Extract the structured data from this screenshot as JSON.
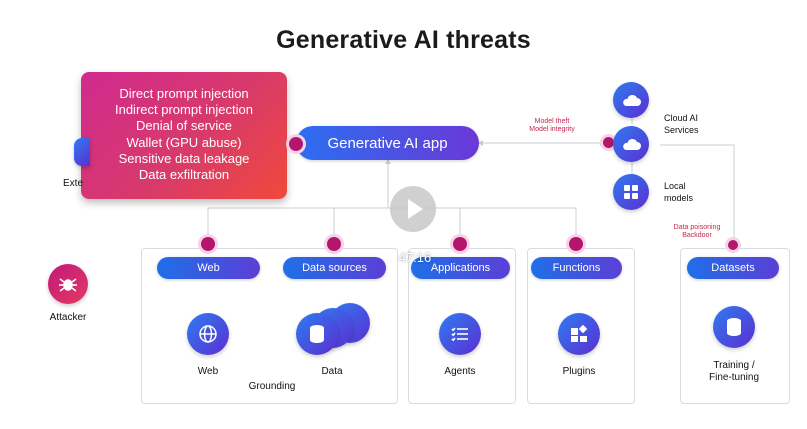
{
  "title": "Generative AI threats",
  "app": {
    "label": "Generative AI app"
  },
  "threats": [
    "Direct prompt injection",
    "Indirect prompt injection",
    "Denial of service",
    "Wallet (GPU abuse)",
    "Sensitive data leakage",
    "Data exfiltration"
  ],
  "partial_label": "Exte",
  "attacker": {
    "label": "Attacker"
  },
  "model_threats": {
    "line1": "Model theft",
    "line2": "Model integrity"
  },
  "data_threats": {
    "line1": "Data poisoning",
    "line2": "Backdoor"
  },
  "models": {
    "cloud": {
      "line1": "Cloud AI",
      "line2": "Services"
    },
    "local": {
      "line1": "Local",
      "line2": "models"
    }
  },
  "components": {
    "web_pill": "Web",
    "data_sources_pill": "Data sources",
    "applications_pill": "Applications",
    "functions_pill": "Functions",
    "datasets_pill": "Datasets",
    "web_label": "Web",
    "data_label": "Data",
    "agents_label": "Agents",
    "plugins_label": "Plugins",
    "training_line1": "Training /",
    "training_line2": "Fine-tuning",
    "grounding_label": "Grounding"
  },
  "video": {
    "timecode": "47:16"
  }
}
